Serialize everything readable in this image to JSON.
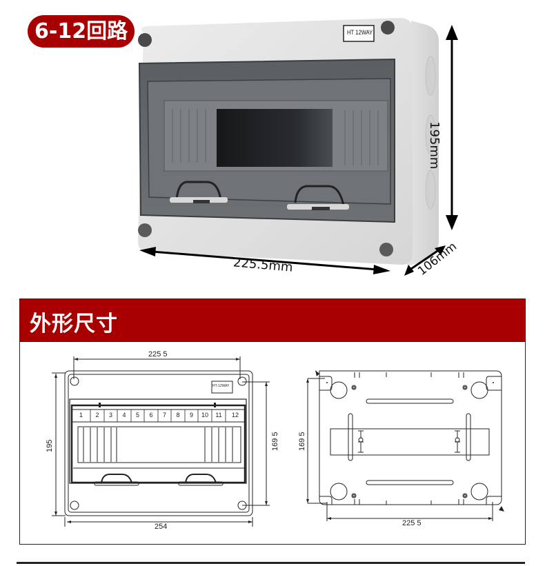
{
  "badge": {
    "label": "6-12回路",
    "color": "#a80000"
  },
  "product_photo": {
    "label_plate": "HT 12WAY",
    "dimensions": {
      "height": "195mm",
      "width": "225.5mm",
      "depth": "106mm"
    }
  },
  "section": {
    "title": "外形尺寸",
    "color": "#a80000"
  },
  "front_drawing": {
    "label_plate": "HT-12WAY",
    "ways": [
      "1",
      "2",
      "3",
      "4",
      "5",
      "6",
      "7",
      "8",
      "9",
      "10",
      "11",
      "12"
    ],
    "dim_top": "225 5",
    "dim_bottom": "254",
    "dim_left": "195",
    "dim_right": "169 5"
  },
  "back_drawing": {
    "dim_left": "169 5",
    "dim_bottom": "225 5"
  }
}
